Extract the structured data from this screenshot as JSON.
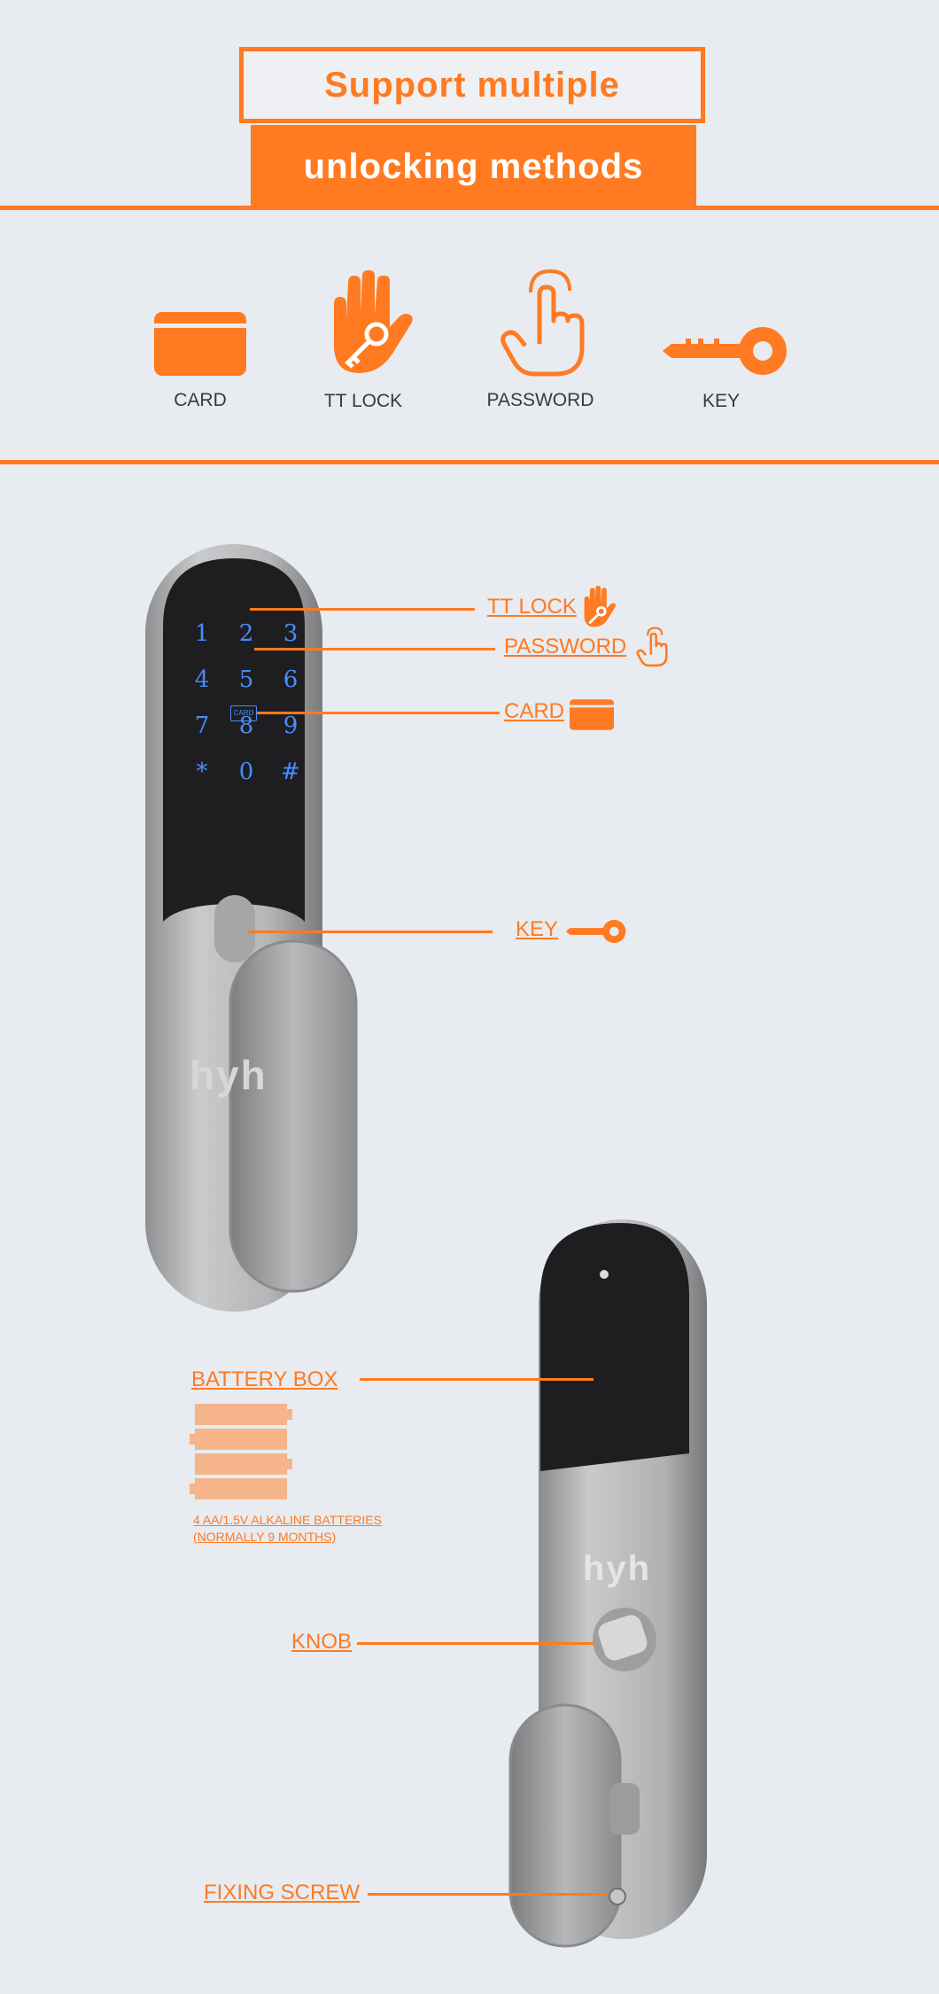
{
  "header": {
    "title_line1": "Support multiple",
    "title_line2": "unlocking methods"
  },
  "methods": [
    {
      "label": "CARD",
      "icon": "card-icon"
    },
    {
      "label": "TT LOCK",
      "icon": "hand-key-icon"
    },
    {
      "label": "PASSWORD",
      "icon": "finger-touch-icon"
    },
    {
      "label": "KEY",
      "icon": "key-icon"
    }
  ],
  "front_lock": {
    "keypad": [
      "1",
      "2",
      "3",
      "4",
      "5",
      "6",
      "7",
      "8",
      "9",
      "*",
      "0",
      "#"
    ],
    "card_mark": "CARD",
    "brand": "hyh",
    "callouts": {
      "ttlock": "TT LOCK",
      "password": "PASSWORD",
      "card": "CARD",
      "key": "KEY"
    }
  },
  "back_lock": {
    "brand": "hyh",
    "callouts": {
      "battery_box": "BATTERY BOX",
      "knob": "KNOB",
      "fixing_screw": "FIXING SCREW"
    },
    "battery_note_line1": "4 AA/1.5V ALKALINE BATTERIES",
    "battery_note_line2": "(NORMALLY 9 MONTHS)"
  },
  "colors": {
    "accent": "#ff7a21",
    "background": "#e8ebf0",
    "keypad_digits": "#4a8cff",
    "panel": "#1e1e20",
    "battery": "#f5b48a"
  }
}
